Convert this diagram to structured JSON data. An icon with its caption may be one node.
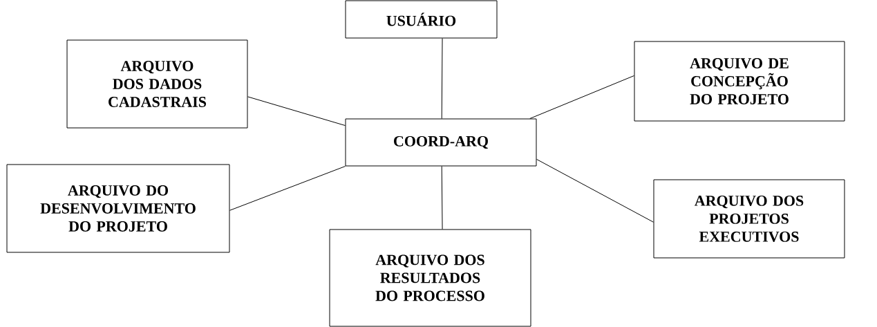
{
  "diagram": {
    "nodes": [
      {
        "text": [
          "USUÁRIO"
        ]
      },
      {
        "text": [
          "ARQUIVO DOS DADOS CADASTRAIS"
        ]
      },
      {
        "text": [
          "ARQUIVO DE CONCEPÇÃO DO PROJETO"
        ]
      },
      {
        "text": [
          "COORD-ARQ"
        ]
      },
      {
        "text": [
          "ARQUIVO DO DESENVOLVIMENTO DO PROJETO"
        ]
      },
      {
        "text": [
          "ARQUIVO DOS PROJETOS EXECUTIVOS"
        ]
      },
      {
        "text": [
          "ARQUIVO DOS RESULTADOS DO PROCESSO"
        ]
      }
    ],
    "edges": [
      {
        "from": 0,
        "to": 3,
        "arrow": "none"
      },
      {
        "from": 1,
        "to": 3,
        "arrow": "none"
      },
      {
        "from": 2,
        "to": 3,
        "arrow": "none"
      },
      {
        "from": 4,
        "to": 3,
        "arrow": "none"
      },
      {
        "from": 3,
        "to": 6,
        "arrow": "none"
      },
      {
        "from": 3,
        "to": 5,
        "arrow": "none"
      }
    ]
  }
}
